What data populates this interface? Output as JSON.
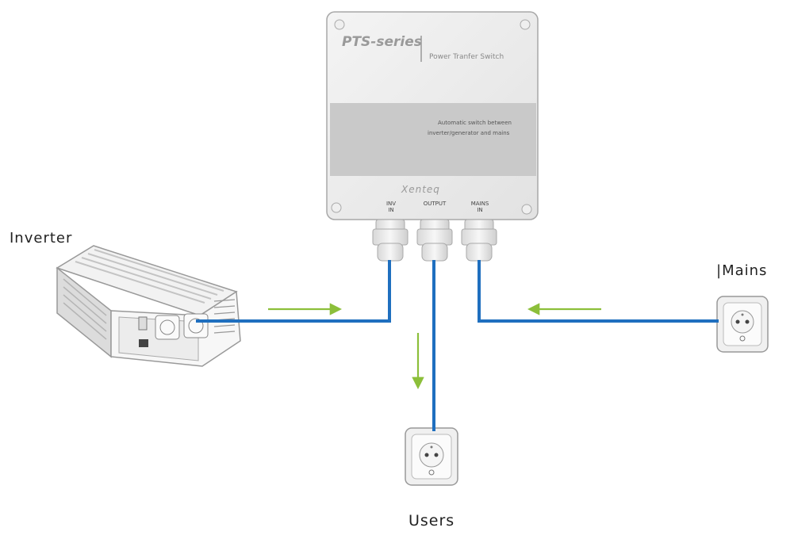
{
  "switch_box": {
    "brand_series": "PTS-series",
    "product_name": "Power Tranfer Switch",
    "panel_text_line1": "Automatic switch between",
    "panel_text_line2": "inverter/generator and mains",
    "logo": "Xenteq",
    "ports": [
      {
        "label_line1": "INV",
        "label_line2": "IN"
      },
      {
        "label_line1": "OUTPUT",
        "label_line2": ""
      },
      {
        "label_line1": "MAINS",
        "label_line2": "IN"
      }
    ]
  },
  "labels": {
    "inverter": "Inverter",
    "mains": "|Mains",
    "users": "Users"
  },
  "colors": {
    "cable": "#1f6fbf",
    "flow_arrow": "#8cbf3a",
    "device_body": "#eeeeee",
    "device_outline": "#9a9a9a",
    "panel": "#c9c9c9"
  },
  "icons": {
    "inverter": "power-inverter-icon",
    "socket": "wall-socket-icon",
    "arrow": "flow-arrow-icon"
  }
}
